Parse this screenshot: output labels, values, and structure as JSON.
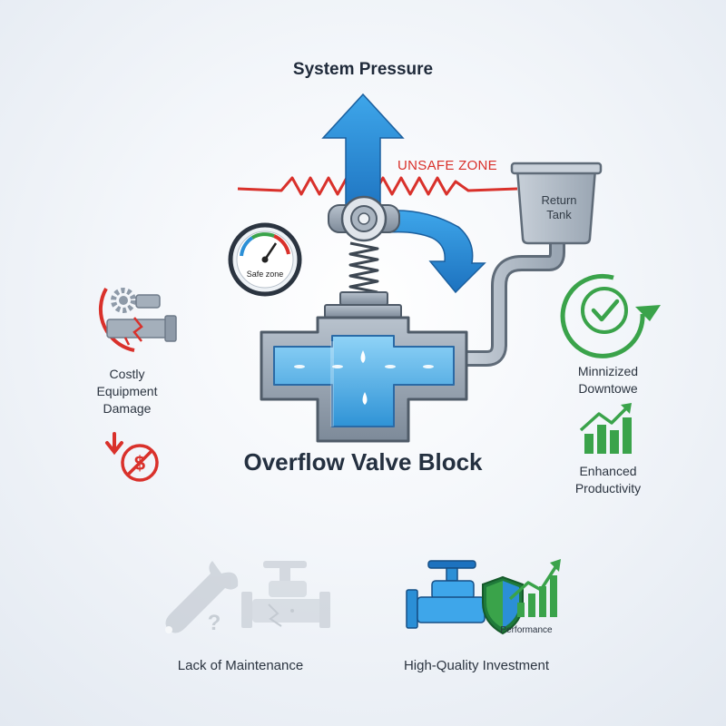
{
  "labels": {
    "system_pressure": "System Pressure",
    "unsafe_zone": "UNSAFE ZONE",
    "return_tank_line1": "Return",
    "return_tank_line2": "Tank",
    "safe_zone": "Safe zone",
    "overflow_valve_block": "Overflow Valve Block",
    "costly_line1": "Costly",
    "costly_line2": "Equipment",
    "costly_line3": "Damage",
    "minimized_line1": "Minnizized",
    "minimized_line2": "Downtowe",
    "enhanced_line1": "Enhanced",
    "enhanced_line2": "Productivity",
    "lack_of_maintenance": "Lack of Maintenance",
    "high_quality_investment": "High-Quality Investment",
    "performance": "Performance"
  },
  "colors": {
    "arrow_blue": "#2b8fd6",
    "danger_red": "#d9312b",
    "success_green": "#3aa34a",
    "steel_gray": "#8e9aa8",
    "water_blue": "#4fb3ea"
  },
  "icons": [
    "pressure-arrow-icon",
    "pressure-gauge-icon",
    "valve-knob-icon",
    "spring-icon",
    "return-tank-icon",
    "broken-pipe-gear-icon",
    "no-money-icon",
    "cycle-check-icon",
    "growth-bars-icon",
    "wrench-question-icon",
    "broken-faucet-icon",
    "blue-valve-icon",
    "shield-icon",
    "performance-chart-icon"
  ]
}
